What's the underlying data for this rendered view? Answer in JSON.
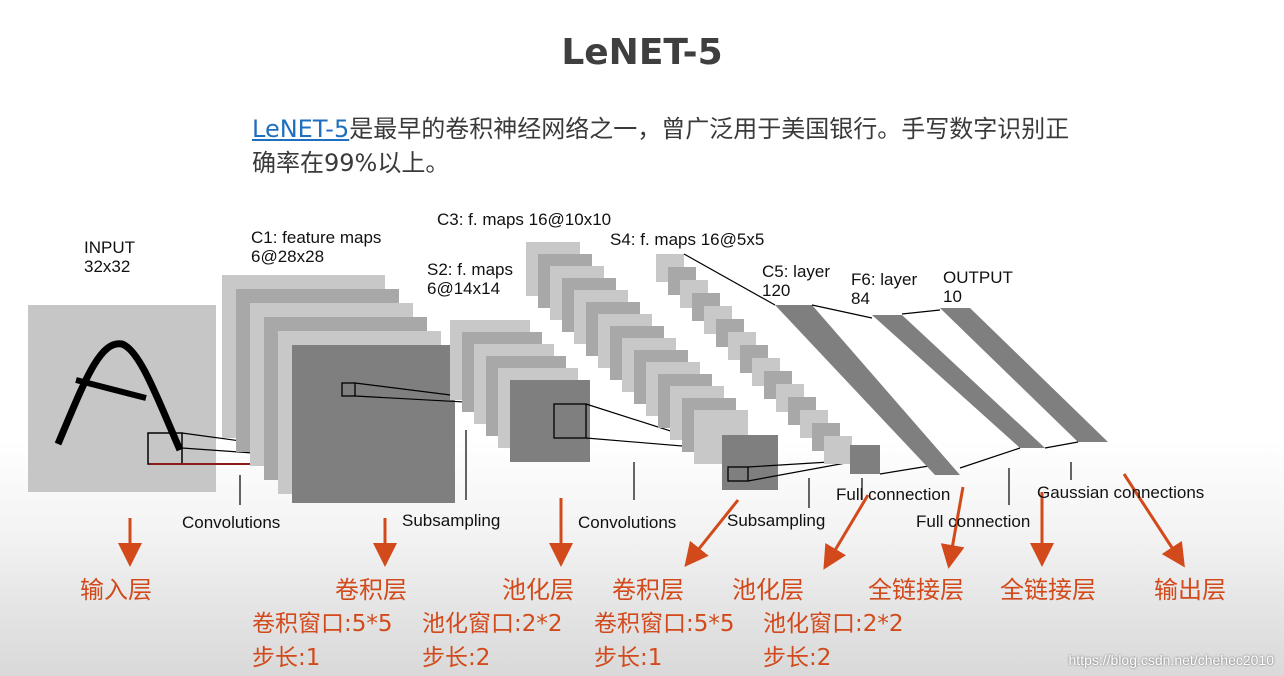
{
  "title": "LeNET-5",
  "intro": {
    "link_text": "LeNET-5",
    "text": "是最早的卷积神经网络之一，曾广泛用于美国银行。手写数字识别正确率在99%以上。"
  },
  "diagram_labels": {
    "input": "INPUT\n32x32",
    "c1": "C1: feature maps\n6@28x28",
    "s2": "S2: f. maps\n6@14x14",
    "c3": "C3: f. maps 16@10x10",
    "s4": "S4: f. maps 16@5x5",
    "c5": "C5: layer\n120",
    "f6": "F6: layer\n84",
    "output": "OUTPUT\n10",
    "convolutions_1": "Convolutions",
    "subsampling_1": "Subsampling",
    "convolutions_2": "Convolutions",
    "subsampling_2": "Subsampling",
    "full_connection_1": "Full connection",
    "full_connection_2": "Full connection",
    "gaussian": "Gaussian connections"
  },
  "annotations": {
    "input_layer": "输入层",
    "conv_layer_1": "卷积层",
    "pool_layer_1": "池化层",
    "conv_layer_2": "卷积层",
    "pool_layer_2": "池化层",
    "fc_layer_1": "全链接层",
    "fc_layer_2": "全链接层",
    "output_layer": "输出层",
    "conv_detail_1": "卷积窗口:5*5\n步长:1",
    "pool_detail_1": "池化窗口:2*2\n步长:2",
    "conv_detail_2": "卷积窗口:5*5\n步长:1",
    "pool_detail_2": "池化窗口:2*2\n步长:2"
  },
  "watermark": "https://blog.csdn.net/chehec2010",
  "colors": {
    "annotation": "#d24a1b",
    "link": "#1f6fbf",
    "map_light": "#c8c8c8",
    "map_mid": "#a8a8a8",
    "map_dark": "#7f7f7f"
  }
}
